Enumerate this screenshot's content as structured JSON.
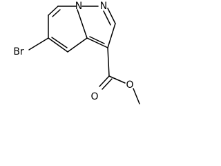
{
  "molecule": {
    "atoms": {
      "bromine": "Br",
      "nitrogen_bridge": "N",
      "nitrogen_pyrazole": "N",
      "oxygen_carbonyl": "O",
      "oxygen_ester": "O"
    },
    "colors": {
      "bond": "#000000",
      "text": "#000000",
      "background": "#ffffff"
    }
  }
}
